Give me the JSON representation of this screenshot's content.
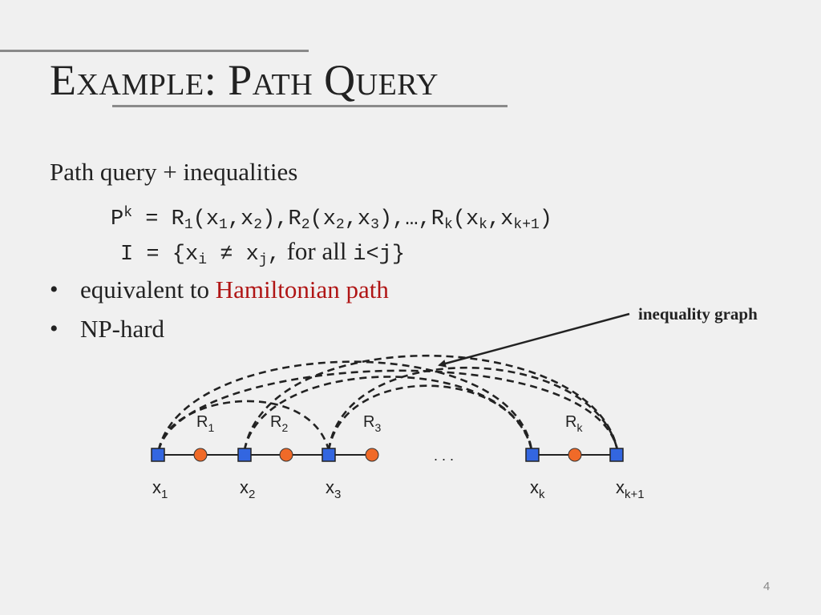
{
  "slide": {
    "title": "Example: Path Query",
    "page_number": "4"
  },
  "content": {
    "intro": "Path query + inequalities",
    "query": {
      "p": "P",
      "k": "k",
      "eq": " = ",
      "r1": "R",
      "r1_sub": "1",
      "open1": "(x",
      "a_sub": "1",
      "c1": ",x",
      "b_sub": "2",
      "close1": "),R",
      "r2_sub": "2",
      "open2": "(x",
      "c_sub": "2",
      "c2": ",x",
      "d_sub": "3",
      "close2": "),…,R",
      "rk_sub": "k",
      "open3": "(x",
      "e_sub": "k",
      "c3": ",x",
      "f_sub": "k+1",
      "close3": ")"
    },
    "inequality": {
      "prefix": "I = {x",
      "i_sub": "i",
      "neq": " ≠ x",
      "j_sub": "j",
      "comma": ",",
      "forall": " for all ",
      "cond": "i<j}"
    },
    "bullets": [
      {
        "before": "equivalent to ",
        "highlight": "Hamiltonian path"
      },
      {
        "before": "NP-hard",
        "highlight": ""
      }
    ]
  },
  "diagram": {
    "annotation": "inequality graph",
    "ellipsis": ". . .",
    "colors": {
      "variable": "#3366e0",
      "relation": "#f06a28",
      "edge": "#222222"
    },
    "relation_labels": [
      {
        "base": "R",
        "sub": "1"
      },
      {
        "base": "R",
        "sub": "2"
      },
      {
        "base": "R",
        "sub": "3"
      },
      {
        "base": "R",
        "sub": "k"
      }
    ],
    "variable_labels": [
      {
        "base": "x",
        "sub": "1"
      },
      {
        "base": "x",
        "sub": "2"
      },
      {
        "base": "x",
        "sub": "3"
      },
      {
        "base": "x",
        "sub": "k"
      },
      {
        "base": "x",
        "sub": "k+1"
      }
    ]
  }
}
